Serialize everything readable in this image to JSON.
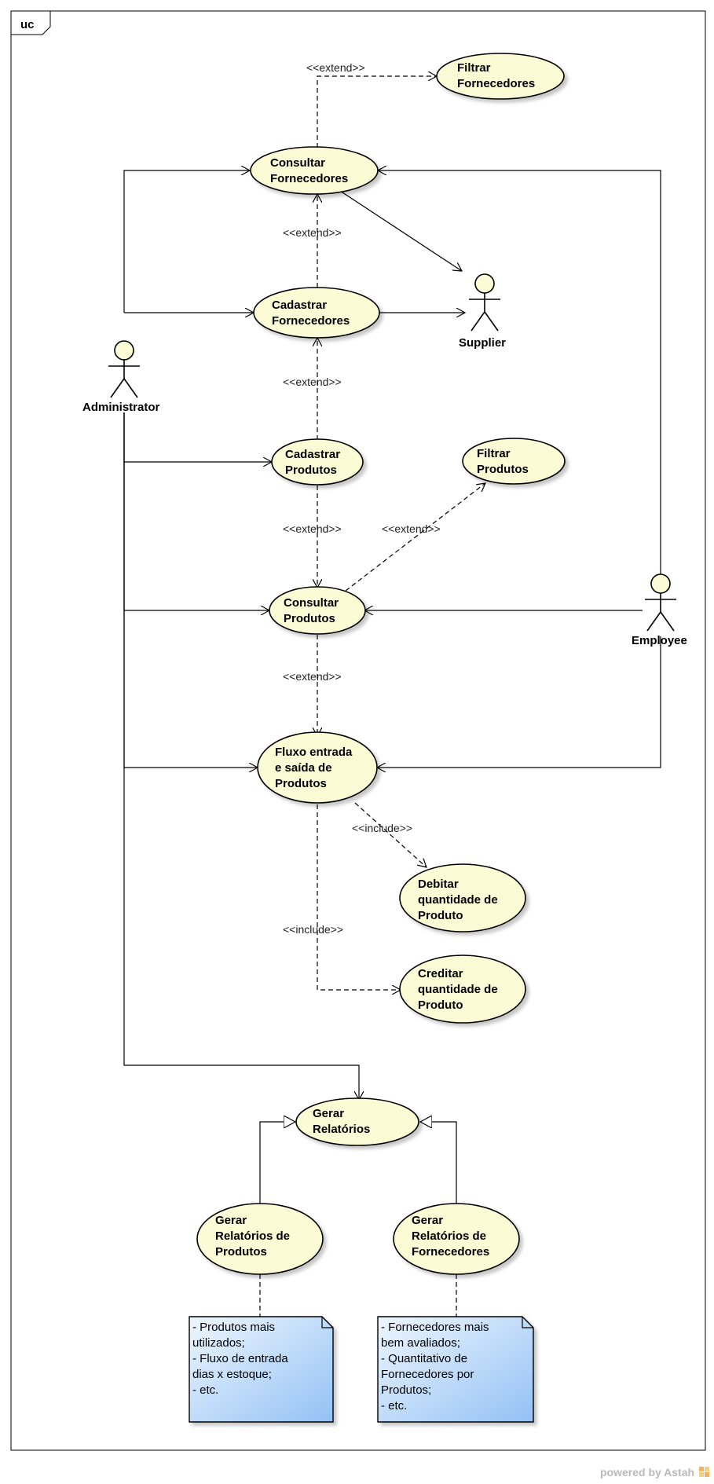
{
  "frame": {
    "label": "uc"
  },
  "actors": {
    "administrator": "Administrator",
    "supplier": "Supplier",
    "employee": "Employee"
  },
  "use_cases": {
    "filtrar_fornecedores": [
      "Filtrar",
      "Fornecedores"
    ],
    "consultar_fornecedores": [
      "Consultar",
      "Fornecedores"
    ],
    "cadastrar_fornecedores": [
      "Cadastrar",
      "Fornecedores"
    ],
    "cadastrar_produtos": [
      "Cadastrar",
      "Produtos"
    ],
    "filtrar_produtos": [
      "Filtrar",
      "Produtos"
    ],
    "consultar_produtos": [
      "Consultar",
      "Produtos"
    ],
    "fluxo": [
      "Fluxo entrada",
      "e saída de",
      "Produtos"
    ],
    "debitar": [
      "Debitar",
      "quantidade de",
      "Produto"
    ],
    "creditar": [
      "Creditar",
      "quantidade de",
      "Produto"
    ],
    "gerar_relatorios": [
      "Gerar",
      "Relatórios"
    ],
    "gerar_rel_produtos": [
      "Gerar",
      "Relatórios de",
      "Produtos"
    ],
    "gerar_rel_fornecedores": [
      "Gerar",
      "Relatórios de",
      "Fornecedores"
    ]
  },
  "stereotypes": {
    "extend": "<<extend>>",
    "include": "<<include>>"
  },
  "notes": {
    "produtos": [
      "- Produtos mais",
      "utilizados;",
      "- Fluxo de entrada",
      "dias x estoque;",
      "- etc."
    ],
    "fornecedores": [
      "- Fornecedores mais",
      "bem avaliados;",
      "- Quantitativo de",
      "Fornecedores por",
      "Produtos;",
      "- etc."
    ]
  },
  "footer": {
    "powered": "powered by Astah"
  },
  "colors": {
    "usecase_fill": "#fbfbd6",
    "note_fill_light": "#e3f0fd",
    "note_fill_dark": "#93c1f5",
    "actor_fill": "#fbfbd6",
    "line": "#000000"
  }
}
